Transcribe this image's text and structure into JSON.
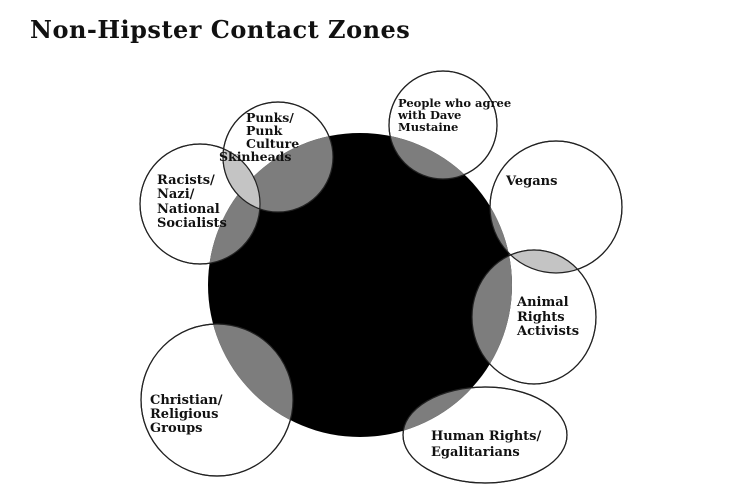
{
  "title": "Non-Hipster Contact Zones",
  "colors": {
    "background": "#ffffff",
    "center_circle": "#000000",
    "satellite_fill": "#ffffff",
    "outline_stroke": "#222222",
    "overlap_with_center": "#7d7d7d",
    "overlap_between_satellites": "#c4c4c4",
    "text": "#111111"
  },
  "labels": {
    "punks": [
      "Punks/",
      "Punk",
      "Culture"
    ],
    "skinheads": "Skinheads",
    "racists": [
      "Racists/",
      "Nazi/",
      "National",
      "Socialists"
    ],
    "dave": [
      "People who agree",
      "with Dave",
      "Mustaine"
    ],
    "vegans": "Vegans",
    "animal": [
      "Animal",
      "Rights",
      "Activists"
    ],
    "human": [
      "Human Rights/",
      "Egalitarians"
    ],
    "christian": [
      "Christian/",
      "Religious",
      "Groups"
    ]
  },
  "diagram": {
    "type": "venn",
    "center_circle_label": "",
    "outer_groups": [
      "Punks/Punk Culture",
      "Racists/Nazi/National Socialists",
      "People who agree with Dave Mustaine",
      "Vegans",
      "Animal Rights Activists",
      "Human Rights/Egalitarians",
      "Christian/Religious Groups"
    ],
    "satellite_overlaps": [
      {
        "a": "Punks/Punk Culture",
        "b": "Racists/Nazi/National Socialists",
        "label": "Skinheads",
        "shade": "light-gray"
      },
      {
        "a": "Vegans",
        "b": "Animal Rights Activists",
        "label": "",
        "shade": "light-gray"
      }
    ],
    "center_overlaps": [
      {
        "group": "Punks/Punk Culture",
        "shade": "dark-gray"
      },
      {
        "group": "Racists/Nazi/National Socialists",
        "shade": "dark-gray"
      },
      {
        "group": "People who agree with Dave Mustaine",
        "shade": "dark-gray"
      },
      {
        "group": "Vegans",
        "shade": "dark-gray"
      },
      {
        "group": "Animal Rights Activists",
        "shade": "dark-gray"
      },
      {
        "group": "Human Rights/Egalitarians",
        "shade": "dark-gray"
      },
      {
        "group": "Christian/Religious Groups",
        "shade": "dark-gray"
      }
    ]
  }
}
